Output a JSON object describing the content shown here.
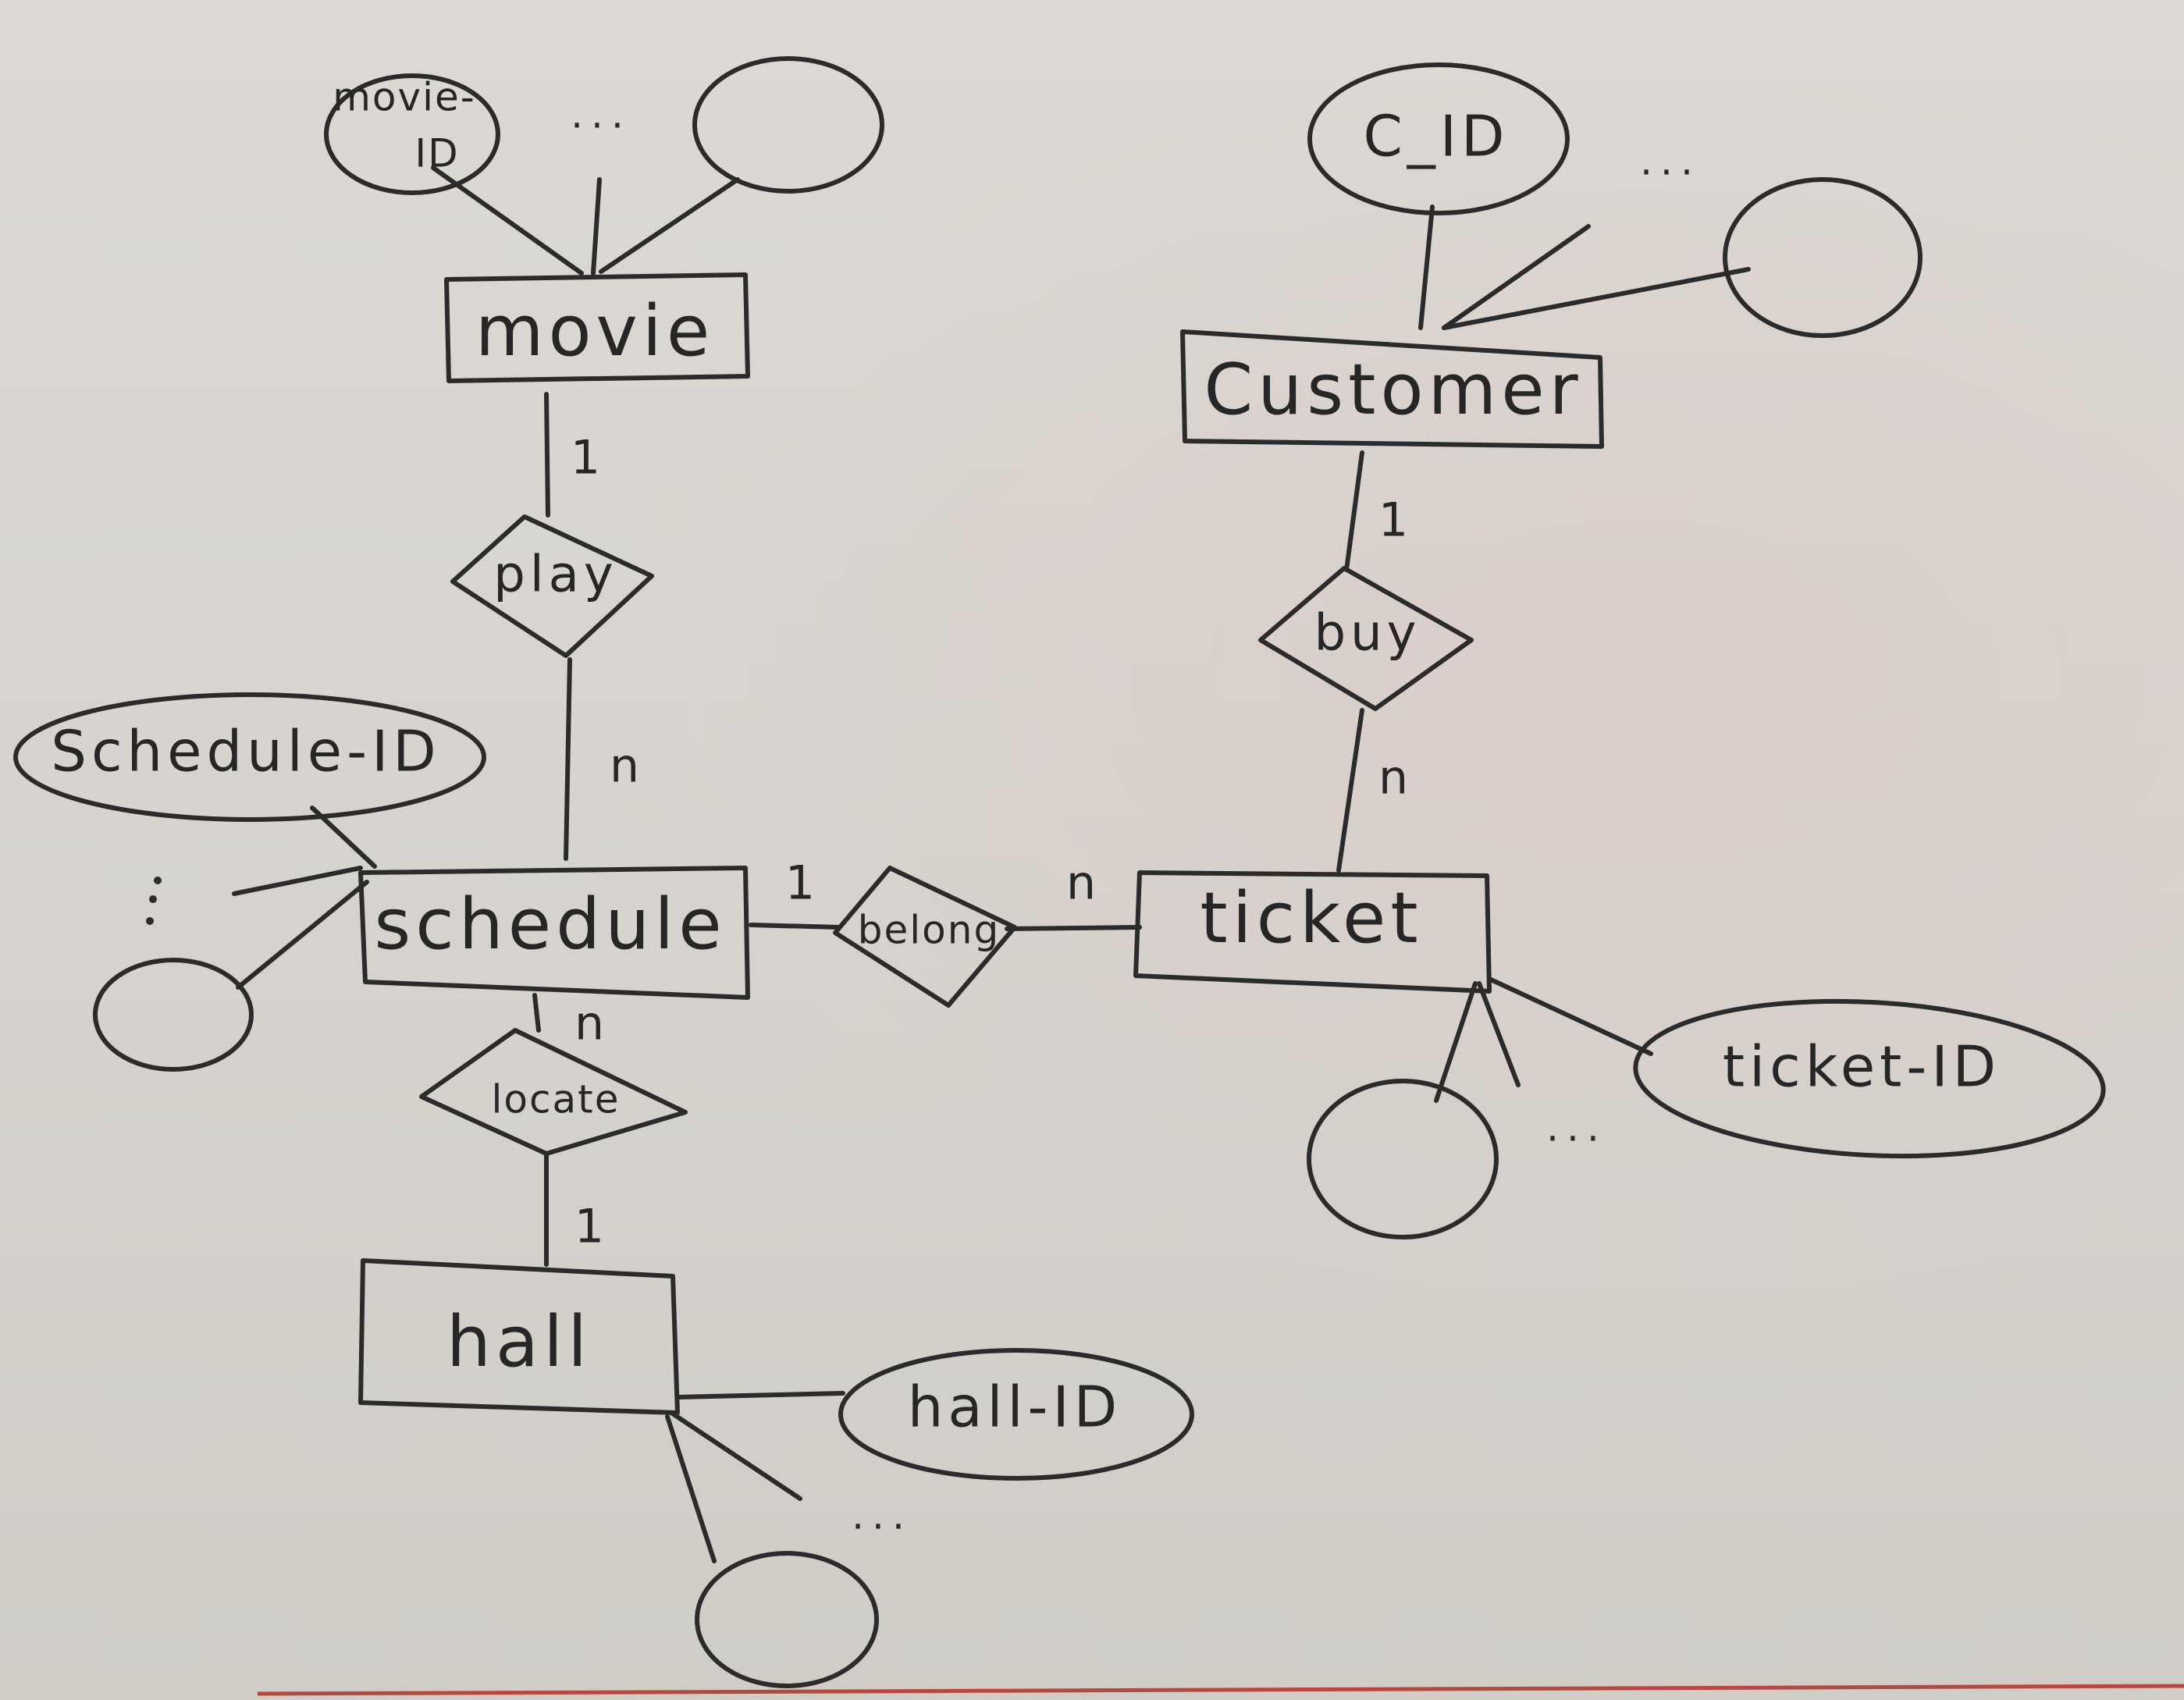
{
  "diagram": {
    "type": "er-diagram",
    "entities": {
      "movie": "movie",
      "customer": "Customer",
      "schedule": "schedule",
      "ticket": "ticket",
      "hall": "hall"
    },
    "relationships": {
      "play": "play",
      "buy": "buy",
      "belong": "belong",
      "locate": "locate"
    },
    "attributes": {
      "movie_id_line1": "movie-",
      "movie_id_line2": "ID",
      "c_id": "C_ID",
      "schedule_id": "Schedule-ID",
      "ticket_id": "ticket-ID",
      "hall_id": "hall-ID"
    },
    "cardinalities": {
      "movie_play": "1",
      "play_schedule": "n",
      "customer_buy": "1",
      "buy_ticket": "n",
      "schedule_belong": "1",
      "belong_ticket": "n",
      "schedule_locate": "n",
      "locate_hall": "1"
    },
    "ellipsis": "..."
  }
}
